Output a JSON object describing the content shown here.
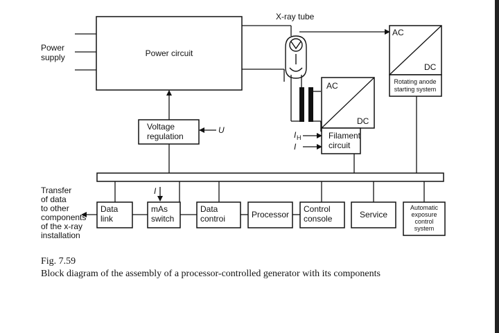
{
  "labels": {
    "power_supply": [
      "Power",
      "supply"
    ],
    "power_circuit": "Power circuit",
    "xray_tube": "X-ray tube",
    "ac": "AC",
    "dc": "DC",
    "rotating_anode": [
      "Rotating anode",
      "starting system"
    ],
    "voltage_regulation": [
      "Voltage",
      "regulation"
    ],
    "u_symbol": "U",
    "ih_symbol": "I",
    "ih_subscript": "H",
    "i_symbol": "I",
    "filament_circuit": [
      "Filament",
      "circuit"
    ],
    "transfer": [
      "Transfer",
      "of data",
      "to other",
      "components",
      "of the x-ray",
      "installation"
    ],
    "data_link": [
      "Data",
      "link"
    ],
    "mas_switch": [
      "mAs",
      "switch"
    ],
    "data_control": [
      "Data",
      "controi"
    ],
    "processor": "Processor",
    "control_console": [
      "Control",
      "console"
    ],
    "service": "Service",
    "automatic_exposure": [
      "Automatic",
      "exposure",
      "control",
      "system"
    ]
  },
  "caption": {
    "figure_number": "Fig. 7.59",
    "text": "Block diagram of the assembly of a processor-controlled generator with its components"
  }
}
